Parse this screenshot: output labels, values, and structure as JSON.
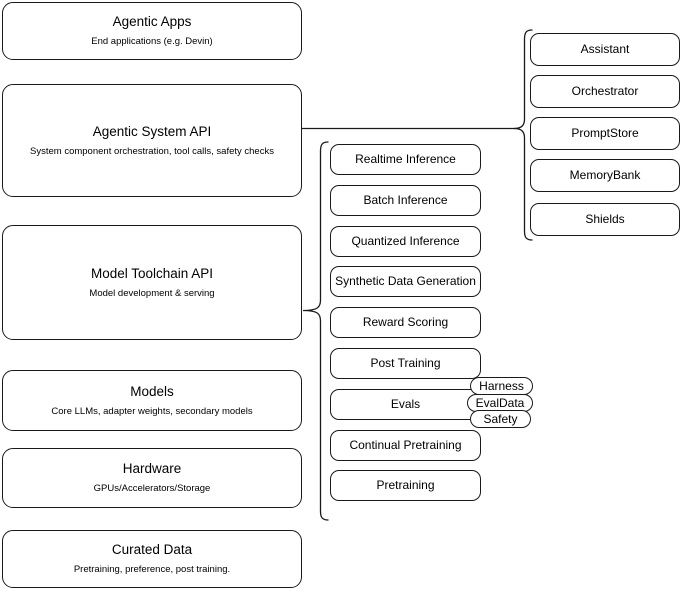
{
  "diagram": {
    "title": "Agentic AI stack layers",
    "stroke_color": "#1a1a1a",
    "background_color": "#ffffff"
  },
  "layers": [
    {
      "title": "Agentic Apps",
      "subtitle": "End applications (e.g. Devin)"
    },
    {
      "title": "Agentic System API",
      "subtitle": "System component orchestration, tool calls, safety checks"
    },
    {
      "title": "Model Toolchain API",
      "subtitle": "Model development & serving"
    },
    {
      "title": "Models",
      "subtitle": "Core LLMs, adapter weights, secondary models"
    },
    {
      "title": "Hardware",
      "subtitle": "GPUs/Accelerators/Storage"
    },
    {
      "title": "Curated Data",
      "subtitle": "Pretraining, preference, post training."
    }
  ],
  "toolchain_components": [
    {
      "label": "Realtime Inference"
    },
    {
      "label": "Batch Inference"
    },
    {
      "label": "Quantized Inference"
    },
    {
      "label": "Synthetic Data Generation"
    },
    {
      "label": "Reward Scoring"
    },
    {
      "label": "Post Training"
    },
    {
      "label": "Evals"
    },
    {
      "label": "Continual Pretraining"
    },
    {
      "label": "Pretraining"
    }
  ],
  "agentic_system_components": [
    {
      "label": "Assistant"
    },
    {
      "label": "Orchestrator"
    },
    {
      "label": "PromptStore"
    },
    {
      "label": "MemoryBank"
    },
    {
      "label": "Shields"
    }
  ],
  "evals_badges": [
    {
      "label": "Harness"
    },
    {
      "label": "EvalData"
    },
    {
      "label": "Safety"
    }
  ]
}
